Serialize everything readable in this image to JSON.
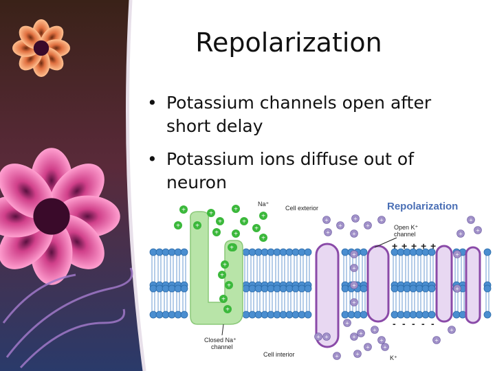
{
  "slide": {
    "title": "Repolarization",
    "bullets": [
      "Potassium channels open after short delay",
      "Potassium ions diffuse out of neuron"
    ],
    "bullet_glyph": "•"
  },
  "diagram": {
    "heading": "Repolarization",
    "na_label": "Na⁺",
    "cell_exterior": "Cell exterior",
    "cell_interior": "Cell interior",
    "open_k_line1": "Open K⁺",
    "open_k_line2": "channel",
    "closed_na_line1": "Closed Na⁺",
    "closed_na_line2": "channel",
    "k_label": "K⁺",
    "plus": "+",
    "minus": "-"
  },
  "colors": {
    "heading_blue": "#4a6fb5",
    "na_channel": "#b8e4a8",
    "na_ion": "#3bb83b",
    "k_channel": "#e8d8f2",
    "k_channel_border": "#8a4aa8",
    "k_ion": "#a090c8",
    "lipid_head": "#4a8ed0",
    "sidebar_dark": "#2a1a14",
    "flower_pink": "#ff7ab8"
  }
}
